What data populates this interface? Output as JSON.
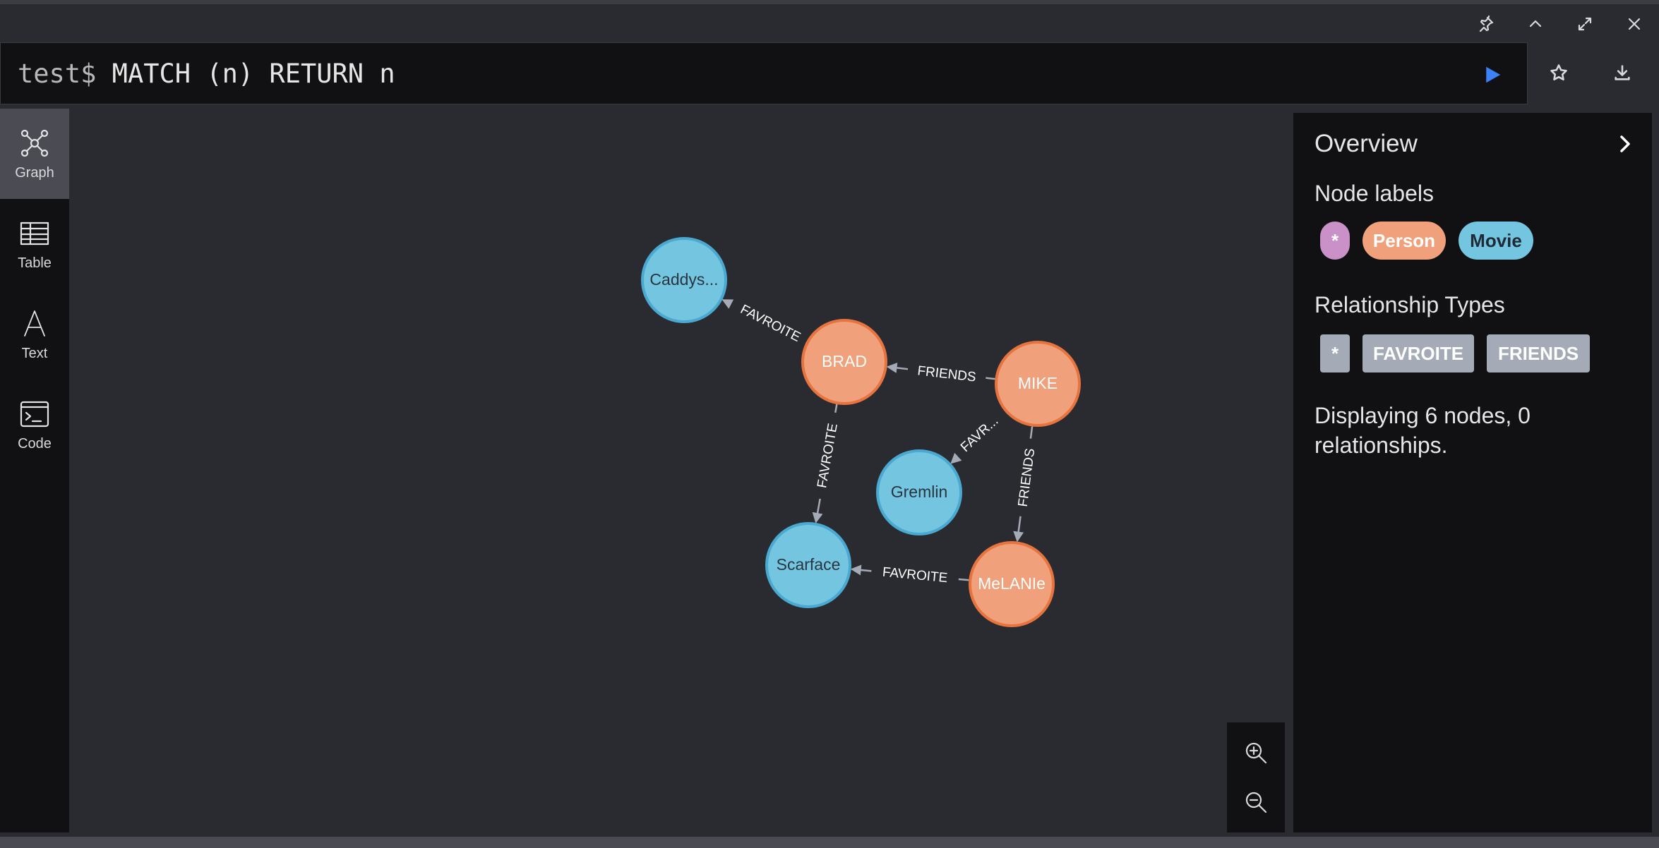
{
  "window": {
    "controls": [
      "pin-icon",
      "collapse-icon",
      "maximize-icon",
      "close-icon"
    ]
  },
  "editor": {
    "prompt": "test$",
    "query": "MATCH (n) RETURN n",
    "run_color": "#3b82f6"
  },
  "leftnav": {
    "items": [
      {
        "label": "Graph",
        "icon": "graph-icon",
        "active": true
      },
      {
        "label": "Table",
        "icon": "table-icon",
        "active": false
      },
      {
        "label": "Text",
        "icon": "text-icon",
        "active": false
      },
      {
        "label": "Code",
        "icon": "code-icon",
        "active": false
      }
    ]
  },
  "graph": {
    "colors": {
      "Person": "#f0a07a",
      "Person_border": "#e7743f",
      "Movie": "#74c6e0",
      "Movie_border": "#4aa9d1"
    },
    "nodes": [
      {
        "id": "caddyshack",
        "label": "Caddys...",
        "type": "Movie"
      },
      {
        "id": "brad",
        "label": "BRAD",
        "type": "Person"
      },
      {
        "id": "mike",
        "label": "MIKE",
        "type": "Person"
      },
      {
        "id": "gremlin",
        "label": "Gremlin",
        "type": "Movie"
      },
      {
        "id": "scarface",
        "label": "Scarface",
        "type": "Movie"
      },
      {
        "id": "melanie",
        "label": "MeLANIe",
        "type": "Person"
      }
    ],
    "relationships": [
      {
        "from": "brad",
        "to": "caddyshack",
        "label": "FAVROITE"
      },
      {
        "from": "mike",
        "to": "brad",
        "label": "FRIENDS"
      },
      {
        "from": "mike",
        "to": "gremlin",
        "label": "FAVR..."
      },
      {
        "from": "brad",
        "to": "scarface",
        "label": "FAVROITE"
      },
      {
        "from": "mike",
        "to": "melanie",
        "label": "FRIENDS"
      },
      {
        "from": "melanie",
        "to": "scarface",
        "label": "FAVROITE"
      }
    ]
  },
  "zoom": {
    "in": "zoom-in-icon",
    "out": "zoom-out-icon"
  },
  "overview": {
    "title": "Overview",
    "node_labels_heading": "Node labels",
    "node_labels": [
      {
        "label": "*",
        "color": "#c991c8",
        "text_color": "#ffffff"
      },
      {
        "label": "Person",
        "color": "#f0a07a",
        "text_color": "#ffffff"
      },
      {
        "label": "Movie",
        "color": "#74c6e0",
        "text_color": "#1f2a36"
      }
    ],
    "rel_types_heading": "Relationship Types",
    "rel_types": [
      "*",
      "FAVROITE",
      "FRIENDS"
    ],
    "status": "Displaying 6 nodes, 0 relationships."
  }
}
